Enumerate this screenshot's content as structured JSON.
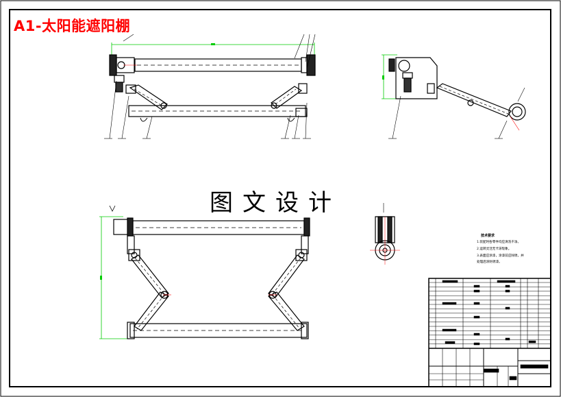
{
  "drawing": {
    "title": "A1-太阳能遮阳棚",
    "watermark": "图文设计",
    "colors": {
      "title": "#ff0000",
      "outline": "#000000",
      "dimension": "#00cc00",
      "centerline": "#ff0000",
      "hidden": "#ff00ff"
    }
  },
  "tech_requirements": {
    "title": "技术要求",
    "lines": [
      "1.装配时各零件均应清洗干净。",
      "2.运转灵活无卡滞现象。",
      "3.表面应涂漆，涂漆前应除锈，并",
      "处理后涂防锈漆。"
    ]
  }
}
